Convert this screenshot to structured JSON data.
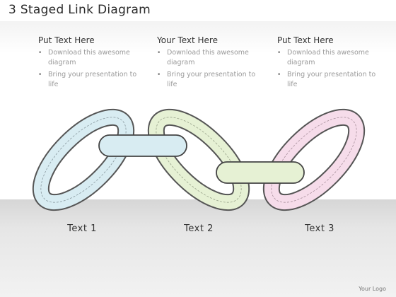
{
  "title": "3 Staged Link Diagram",
  "blocks": [
    {
      "heading": "Put Text Here",
      "items": [
        "Download this awesome diagram",
        "Bring your presentation to life"
      ]
    },
    {
      "heading": "Your Text Here",
      "items": [
        "Download this awesome diagram",
        "Bring your presentation to life"
      ]
    },
    {
      "heading": "Put Text Here",
      "items": [
        "Download this awesome diagram",
        "Bring your presentation to life"
      ]
    }
  ],
  "stages": [
    {
      "label": "Text 1",
      "color": "#d8ecf2"
    },
    {
      "label": "Text 2",
      "color": "#e6f1d4"
    },
    {
      "label": "Text 3",
      "color": "#f6dcea"
    }
  ],
  "logo": "Your Logo"
}
